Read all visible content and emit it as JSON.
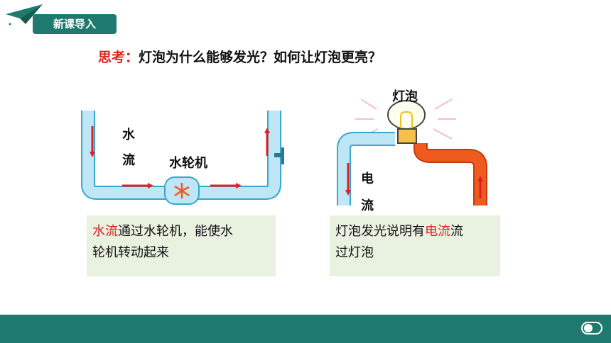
{
  "header": {
    "section_label": "新课导入"
  },
  "question": {
    "lead": "思考：",
    "text": "灯泡为什么能够发光？如何让灯泡更亮？"
  },
  "water_diagram": {
    "label_water_1": "水",
    "label_water_2": "流",
    "label_wheel": "水轮机"
  },
  "bulb_diagram": {
    "label_bulb": "灯泡",
    "label_current_1": "电",
    "label_current_2": "流"
  },
  "captions": {
    "left": {
      "highlight": "水流",
      "line1_rest": "通过水轮机，能使水",
      "line2": "轮机转动起来"
    },
    "right": {
      "line1_pre": "灯泡发光说明有",
      "highlight": "电流",
      "line1_post": "流",
      "line2": "过灯泡"
    }
  },
  "colors": {
    "accent": "#1e7a6e",
    "highlight": "#e02020",
    "pipe_blue": "#a8dcef",
    "pipe_orange": "#ef5a1e",
    "caption_bg": "#e9f1e1"
  }
}
